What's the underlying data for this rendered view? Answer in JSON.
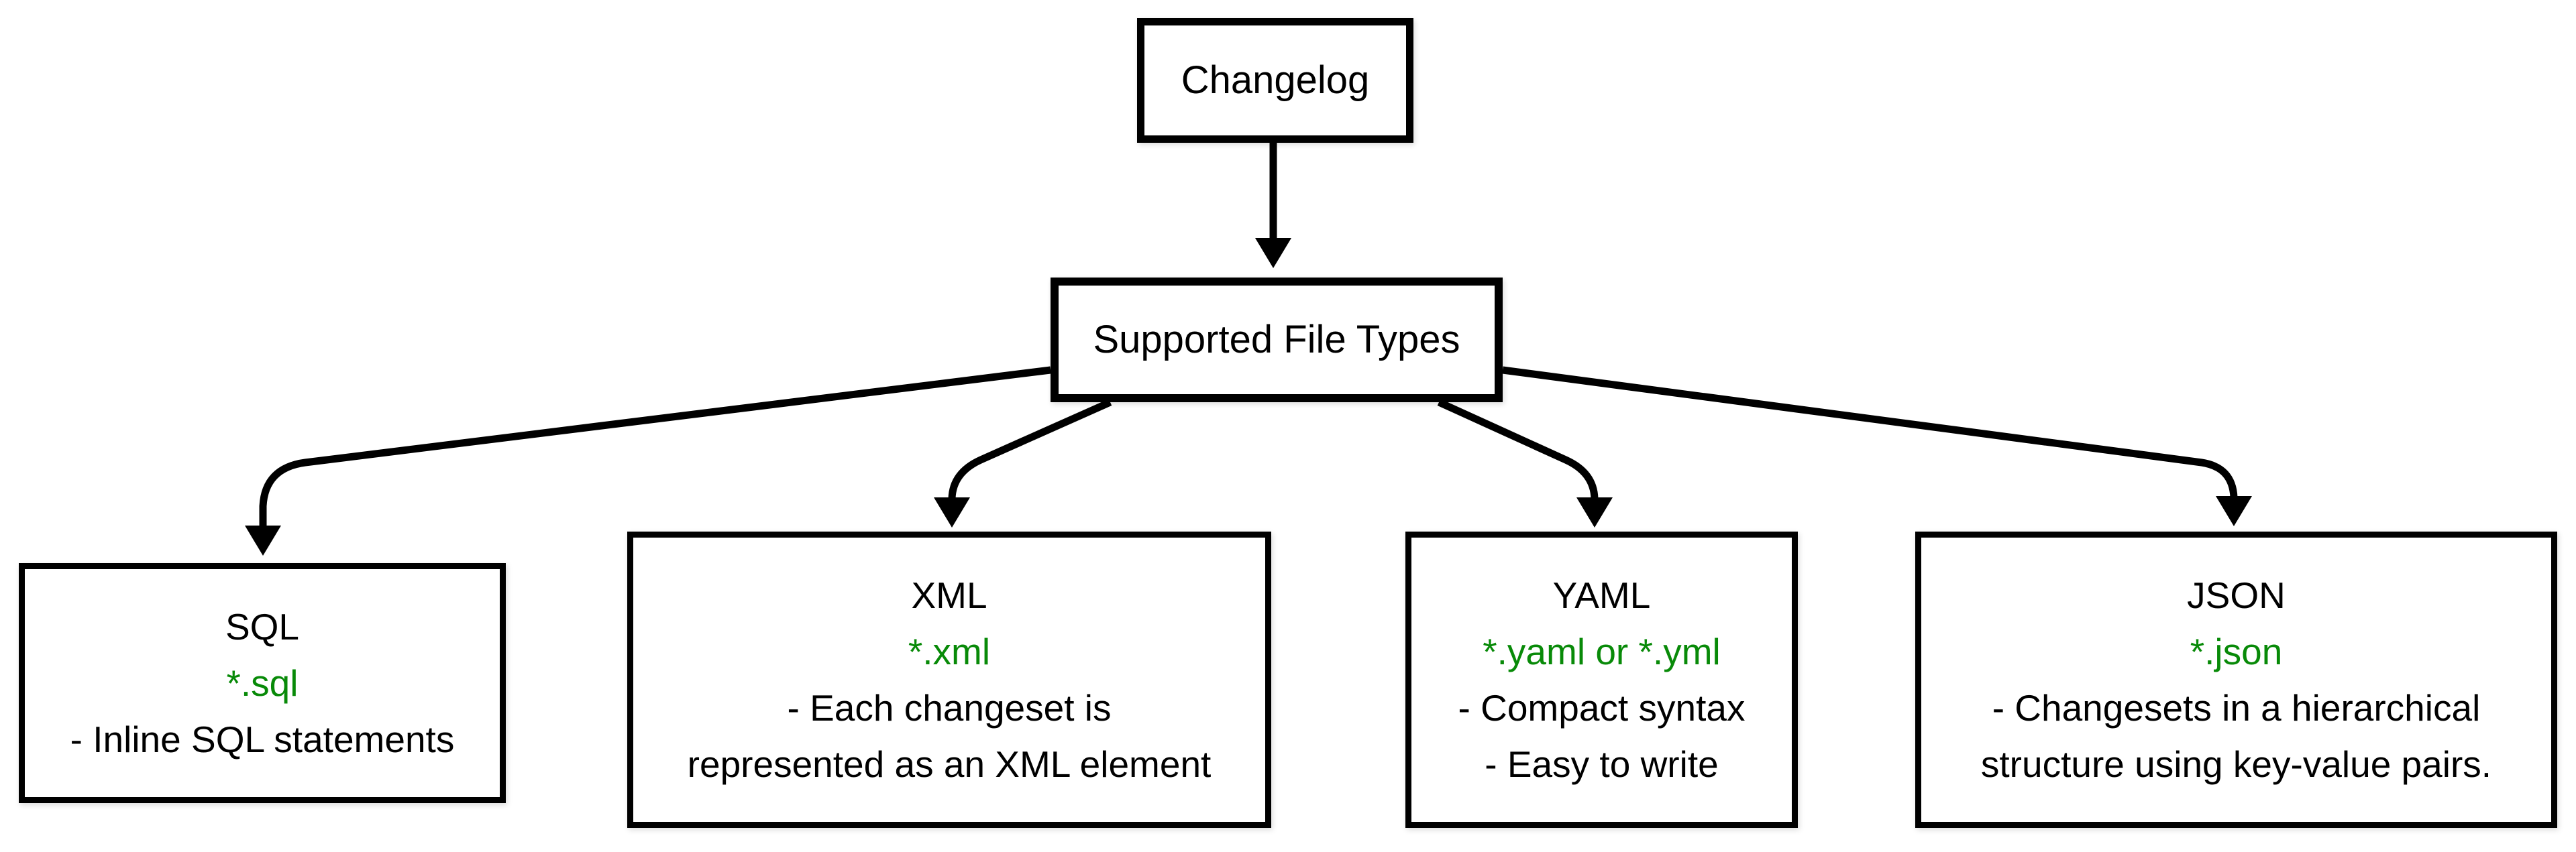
{
  "diagram": {
    "root": {
      "label": "Changelog"
    },
    "hub": {
      "label": "Supported File Types"
    },
    "types": [
      {
        "id": "sql",
        "title": "SQL",
        "pattern": "*.sql",
        "desc_lines": [
          "- Inline SQL statements"
        ]
      },
      {
        "id": "xml",
        "title": "XML",
        "pattern": "*.xml",
        "desc_lines": [
          "- Each changeset is",
          "represented as an XML element"
        ]
      },
      {
        "id": "yaml",
        "title": "YAML",
        "pattern": "*.yaml or *.yml",
        "desc_lines": [
          "- Compact syntax",
          "- Easy to write"
        ]
      },
      {
        "id": "json",
        "title": "JSON",
        "pattern": "*.json",
        "desc_lines": [
          "- Changesets in a hierarchical",
          "structure using key-value pairs."
        ]
      }
    ],
    "colors": {
      "pattern_green": "#088A08",
      "line_black": "#000000",
      "box_background": "#FFFFFF"
    }
  }
}
